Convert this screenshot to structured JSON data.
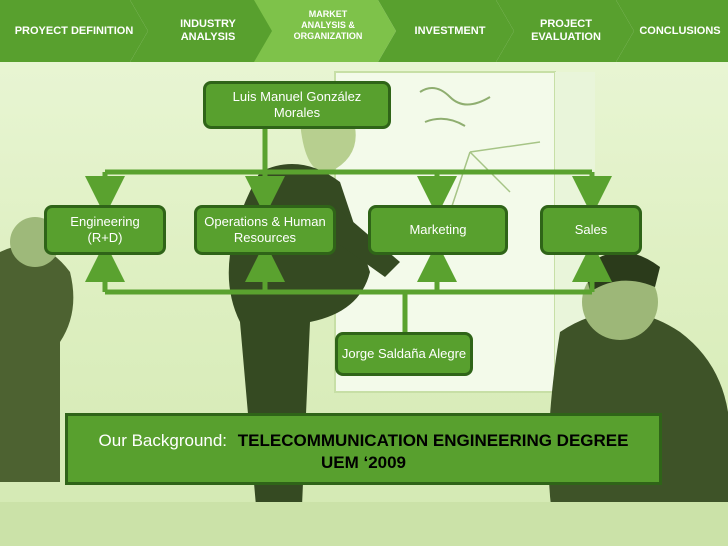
{
  "nav": {
    "items": [
      {
        "label": "PROYECT DEFINITION"
      },
      {
        "label": "INDUSTRY ANALYSIS"
      },
      {
        "label": "MARKET ANALYSIS & ORGANIZATION"
      },
      {
        "label": "INVESTMENT"
      },
      {
        "label": "PROJECT EVALUATION"
      },
      {
        "label": "CONCLUSIONS"
      }
    ]
  },
  "org": {
    "top": "Luis Manuel González Morales",
    "depts": [
      "Engineering (R+D)",
      "Operations & Human Resources",
      "Marketing",
      "Sales"
    ],
    "bottom": "Jorge Saldaña Alegre"
  },
  "background": {
    "lead": "Our Background:",
    "degree": "TELECOMMUNICATION ENGINEERING DEGREE",
    "school": "UEM ‘2009"
  },
  "colors": {
    "nav_green": "#58a02e",
    "nav_active": "#7ec24a",
    "box_green": "#58a02e",
    "box_border": "#2f6418",
    "connector": "#5aa22f"
  }
}
